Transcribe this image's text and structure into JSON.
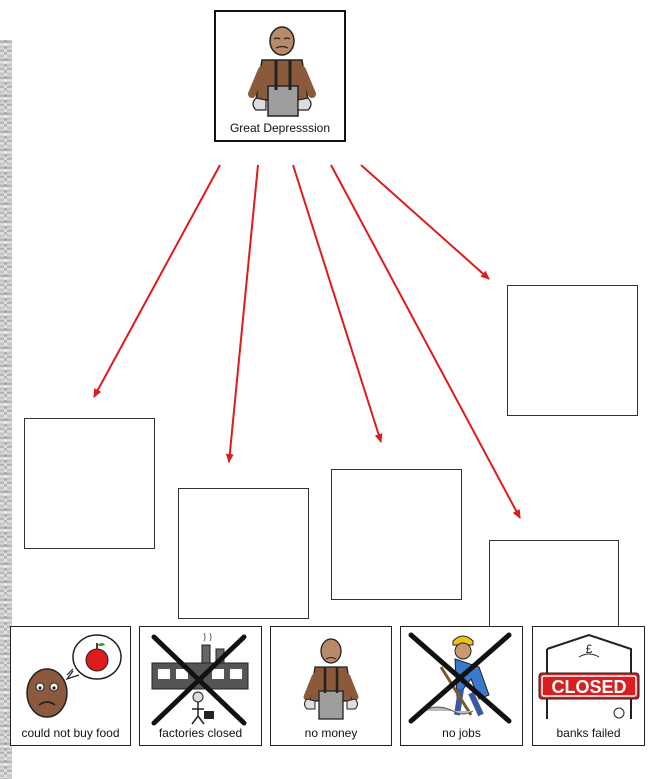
{
  "diagram": {
    "central": {
      "label": "Great Depresssion",
      "icon": "man-with-empty-pockets-icon"
    },
    "answer_boxes": 5,
    "arrow_color": "#e01b1b",
    "choices": [
      {
        "label": "could not buy food",
        "icon": "sad-face-thinking-apple-icon"
      },
      {
        "label": "factories closed",
        "icon": "crossed-out-factory-icon"
      },
      {
        "label": "no money",
        "icon": "man-with-empty-pockets-icon"
      },
      {
        "label": "no jobs",
        "icon": "crossed-out-worker-icon"
      },
      {
        "label": "banks failed",
        "icon": "closed-bank-icon"
      }
    ]
  }
}
